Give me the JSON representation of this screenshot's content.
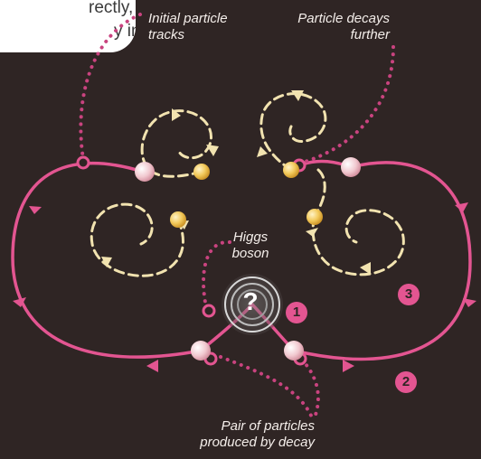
{
  "intro_text": {
    "line1": "rectly, so",
    "line2": "y into"
  },
  "labels": {
    "initial_tracks_line1": "Initial particle",
    "initial_tracks_line2": "tracks",
    "decays_line1": "Particle decays",
    "decays_line2": "further",
    "higgs_line1": "Higgs",
    "higgs_line2": "boson",
    "pair_line1": "Pair of particles",
    "pair_line2": "produced by decay"
  },
  "higgs_symbol": "?",
  "badges": [
    "1",
    "2",
    "3"
  ],
  "colors": {
    "background": "#2f2524",
    "track_magenta": "#e35591",
    "spiral_dashed": "#f2e3b0",
    "particle_gold": "#f2c95b",
    "particle_pink": "#f1c8cf",
    "annotation_dots": "#c9437f",
    "label_text": "#f4eeea"
  },
  "icons": [
    "question-mark-icon",
    "arrow-icon"
  ]
}
